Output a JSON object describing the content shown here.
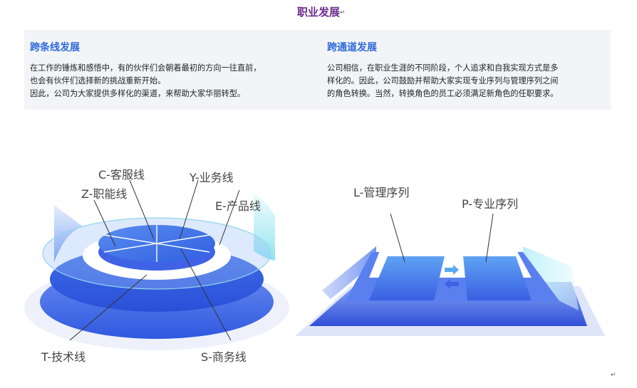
{
  "page_title": "职业发展",
  "left_section": {
    "heading": "跨条线发展",
    "body_lines": [
      "在工作的锤炼和感悟中，有的伙伴们会朝着最初的方向一往直前，",
      "也会有伙伴们选择新的挑战重新开始。",
      "因此，公司为大家提供多样化的渠道，来帮助大家华丽转型。"
    ]
  },
  "right_section": {
    "heading": "跨通道发展",
    "body_lines": [
      "公司相信，在职业生涯的不同阶段，个人追求和自我实现方式是多",
      "样化的。因此，公司鼓励并帮助大家实现专业序列与管理序列之间",
      "的角色转换。当然，转换角色的员工必须满足新角色的任职要求。"
    ]
  },
  "left_diagram": {
    "labels": {
      "c": "C-客服线",
      "y": "Y-业务线",
      "z": "Z-职能线",
      "e": "E-产品线",
      "t": "T-技术线",
      "s": "S-商务线"
    }
  },
  "right_diagram": {
    "labels": {
      "l": "L-管理序列",
      "p": "P-专业序列"
    }
  },
  "colors": {
    "title": "#6a2a8e",
    "heading": "#2f6bd8",
    "blue_dark": "#2f5fe0",
    "blue_light": "#7fb6f5",
    "cyan": "#8fe3f0"
  }
}
